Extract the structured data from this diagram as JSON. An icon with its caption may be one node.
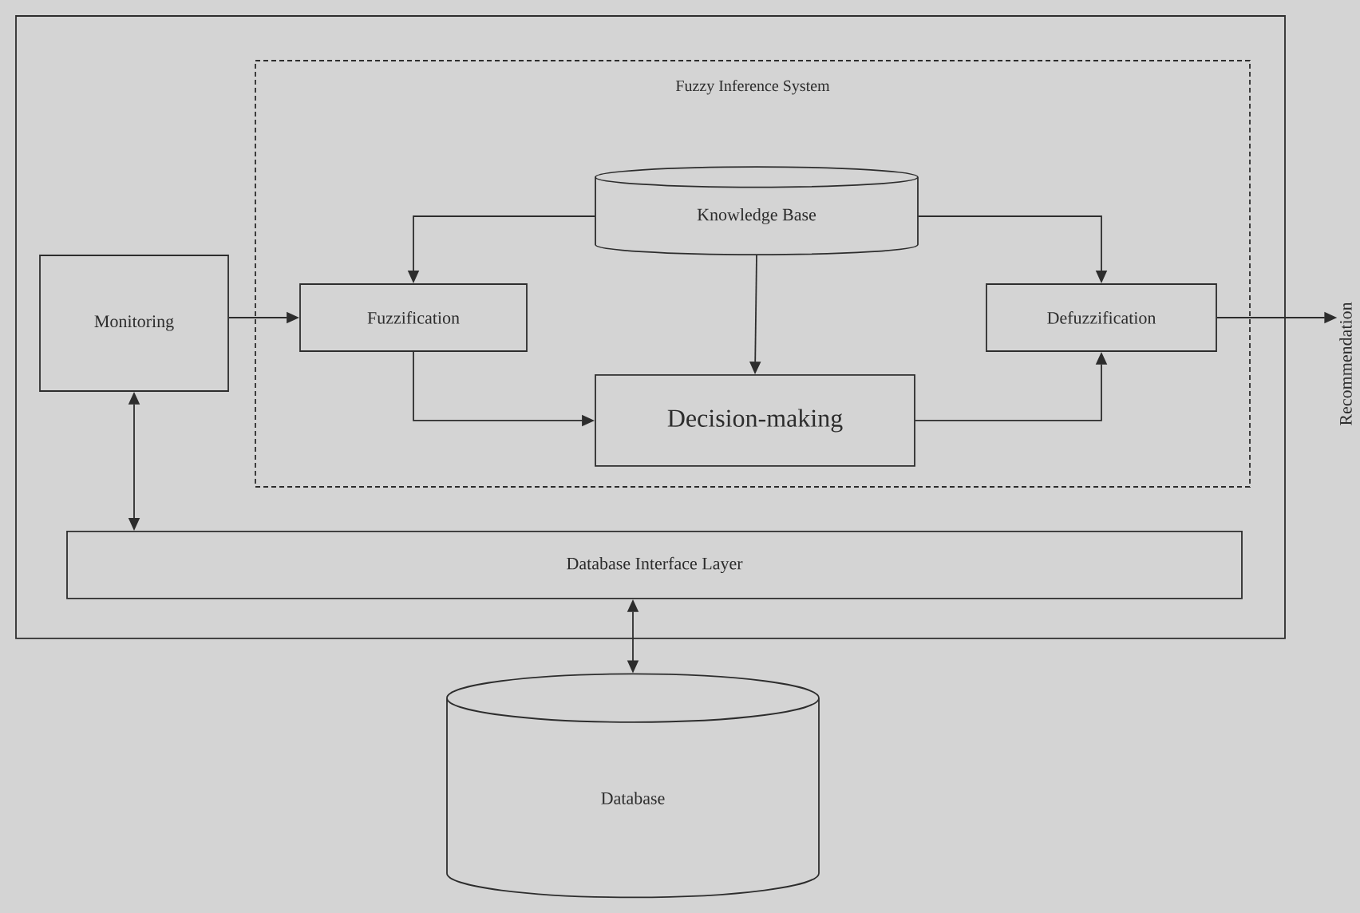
{
  "diagram": {
    "nodes": [
      {
        "text": [],
        "shape": "box"
      },
      {
        "text": [
          "Fuzzy Inference System"
        ],
        "in": 0
      },
      {
        "text": [
          "Knowledge Base"
        ],
        "in": 1
      },
      {
        "text": [
          "Monitoring"
        ],
        "in": 0
      },
      {
        "text": [
          "Fuzzification"
        ],
        "in": 1
      },
      {
        "text": [
          "Defuzzification"
        ],
        "in": 1
      },
      {
        "text": [
          "Decision-making"
        ],
        "in": 1
      },
      {
        "text": [
          "Database Interface Layer"
        ],
        "in": 0
      },
      {
        "text": [
          "Database"
        ]
      },
      {
        "text": [
          "Recommendation"
        ]
      }
    ],
    "edges": [
      {
        "from": 2,
        "to": 4,
        "arrow": "to"
      },
      {
        "from": 2,
        "to": 5,
        "arrow": "to"
      },
      {
        "from": 2,
        "to": 6,
        "arrow": "to"
      },
      {
        "from": 3,
        "to": 4,
        "arrow": "to"
      },
      {
        "from": 4,
        "to": 6,
        "arrow": "to"
      },
      {
        "from": 6,
        "to": 5,
        "arrow": "to"
      },
      {
        "from": 5,
        "to": 9,
        "arrow": "to"
      },
      {
        "from": 3,
        "to": 7,
        "arrow": "both"
      },
      {
        "from": 7,
        "to": 8,
        "arrow": "both"
      }
    ]
  }
}
